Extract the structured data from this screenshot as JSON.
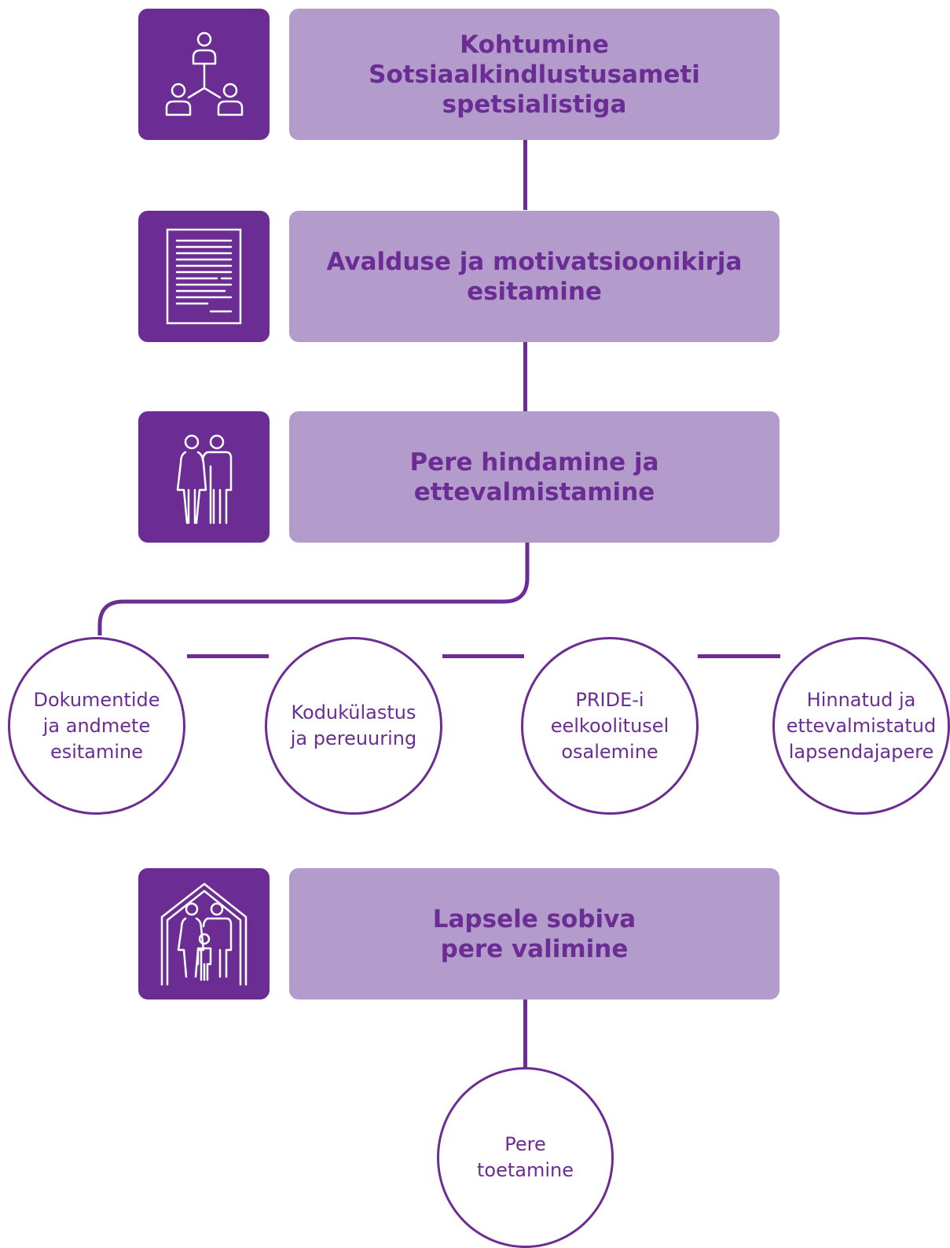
{
  "colors": {
    "primary": "#6b2d93",
    "light": "#b39ccc",
    "background": "#ffffff"
  },
  "steps": [
    {
      "icon": "people-network-icon",
      "lines": [
        "Kohtumine",
        "Sotsiaalkindlustusameti",
        "spetsialistiga"
      ]
    },
    {
      "icon": "document-icon",
      "lines": [
        "Avalduse ja motivatsioonikirja",
        "esitamine"
      ]
    },
    {
      "icon": "couple-icon",
      "lines": [
        "Pere hindamine ja",
        "ettevalmistamine"
      ]
    },
    {
      "icon": "family-house-icon",
      "lines": [
        "Lapsele sobiva",
        "pere valimine"
      ]
    }
  ],
  "substeps": [
    {
      "lines": [
        "Dokumentide",
        "ja andmete",
        "esitamine"
      ]
    },
    {
      "lines": [
        "Kodukülastus",
        "ja pereuuring"
      ]
    },
    {
      "lines": [
        "PRIDE-i",
        "eelkoolitusel",
        "osalemine"
      ]
    },
    {
      "lines": [
        "Hinnatud ja",
        "ettevalmistatud",
        "lapsendajapere"
      ]
    }
  ],
  "final": {
    "lines": [
      "Pere",
      "toetamine"
    ]
  }
}
